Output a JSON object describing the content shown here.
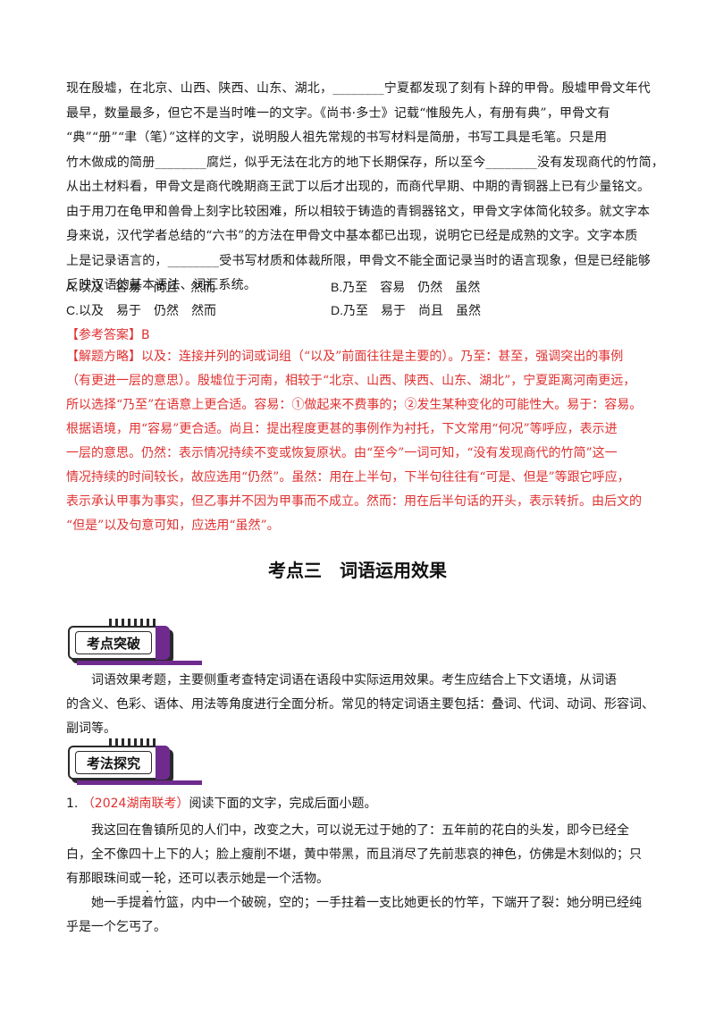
{
  "paragraph1": [
    "现在殷墟，在北京、山西、陕西、山东、湖北，________宁夏都发现了刻有卜辞的甲骨。殷墟甲骨文年代",
    "最早，数量最多，但它不是当时唯一的文字。《尚书·多士》记载“惟殷先人，有册有典”，甲骨文有",
    "“典”“册”“聿（笔）”这样的文字，说明殷人祖先常规的书写材料是简册，书写工具是毛笔。只是用",
    "竹木做成的简册________腐烂，似乎无法在北方的地下长期保存，所以至今________没有发现商代的竹简，",
    "从出土材料看，甲骨文是商代晚期商王武丁以后才出现的，而商代早期、中期的青铜器上已有少量铭文。",
    "由于用刀在龟甲和兽骨上刻字比较困难，所以相较于铸造的青铜器铭文，甲骨文字体简化较多。就文字本",
    "身来说，汉代学者总结的“六书”的方法在甲骨文中基本都已出现，说明它已经是成熟的文字。文字本质",
    "上是记录语言的，________受书写材质和体裁所限，甲骨文不能全面记录当时的语言现象，但是已经能够",
    "反映汉语的基本语法、词汇系统。"
  ],
  "options": [
    {
      "left": "A.以及　容易　尚且　然而",
      "right": "B.乃至　容易　仍然　虽然"
    },
    {
      "left": "C.以及　易于　仍然　然而",
      "right": "D.乃至　易于　尚且　虽然"
    }
  ],
  "answer": "【参考答案】B",
  "explanation": [
    "【解题方略】以及：连接并列的词或词组（“以及”前面往往是主要的）。乃至：甚至，强调突出的事例",
    "（有更进一层的意思）。殷墟位于河南，相较于“北京、山西、陕西、山东、湖北”，宁夏距离河南更远，",
    "所以选择“乃至”在语意上更合适。容易：①做起来不费事的；②发生某种变化的可能性大。易于：容易。",
    "根据语境，用“容易”更合适。尚且：提出程度更甚的事例作为衬托，下文常用“何况”等呼应，表示进",
    "一层的意思。仍然：表示情况持续不变或恢复原状。由“至今”一词可知，“没有发现商代的竹简”这一",
    "情况持续的时间较长，故应选用“仍然”。虽然：用在上半句，下半句往往有“可是、但是”等跟它呼应，",
    "表示承认甲事为事实，但乙事并不因为甲事而不成立。然而：用在后半句话的开头，表示转折。由后文的",
    "“但是”以及句意可知，应选用“虽然”。"
  ],
  "section_title": "考点三　词语运用效果",
  "badge1": "考点突破",
  "badge2": "考法探究",
  "intro": [
    "　　词语效果考题，主要侧重考查特定词语在语段中实际运用效果。考生应结合上下文语境，从词语",
    "的含义、色彩、语体、用法等角度进行全面分析。常见的特定词语主要包括：叠词、代词、动词、形容词、",
    "副词等。"
  ],
  "question": {
    "number": "1.",
    "source": "（2024湖南联考）",
    "text": "阅读下面的文字，完成后面小题。"
  },
  "passage": {
    "l1": "我这回在鲁镇所见的人们中，改变之大，可以说无过于她的了：五年前的花白的头发，即今已经全",
    "l2": "白，全不像四十上下的人；脸上瘦削不堪，黄中带黑，而且消尽了先前悲哀的神色，仿佛是木刻似的；只",
    "l3a": "有那眼珠间或",
    "l3dot1": "一",
    "l3dot2": "轮",
    "l3b": "，还可以表示她是一个活物。",
    "l4": "她一手提着竹篮，内中一个破碗，空的；一手拄着一支比她更长的竹竿，下端开了裂：她分明已经纯",
    "l5": "乎是一个乞丐了。"
  },
  "colors": {
    "accent_red": "#e03030",
    "badge_purple": "#6f2a8e"
  }
}
